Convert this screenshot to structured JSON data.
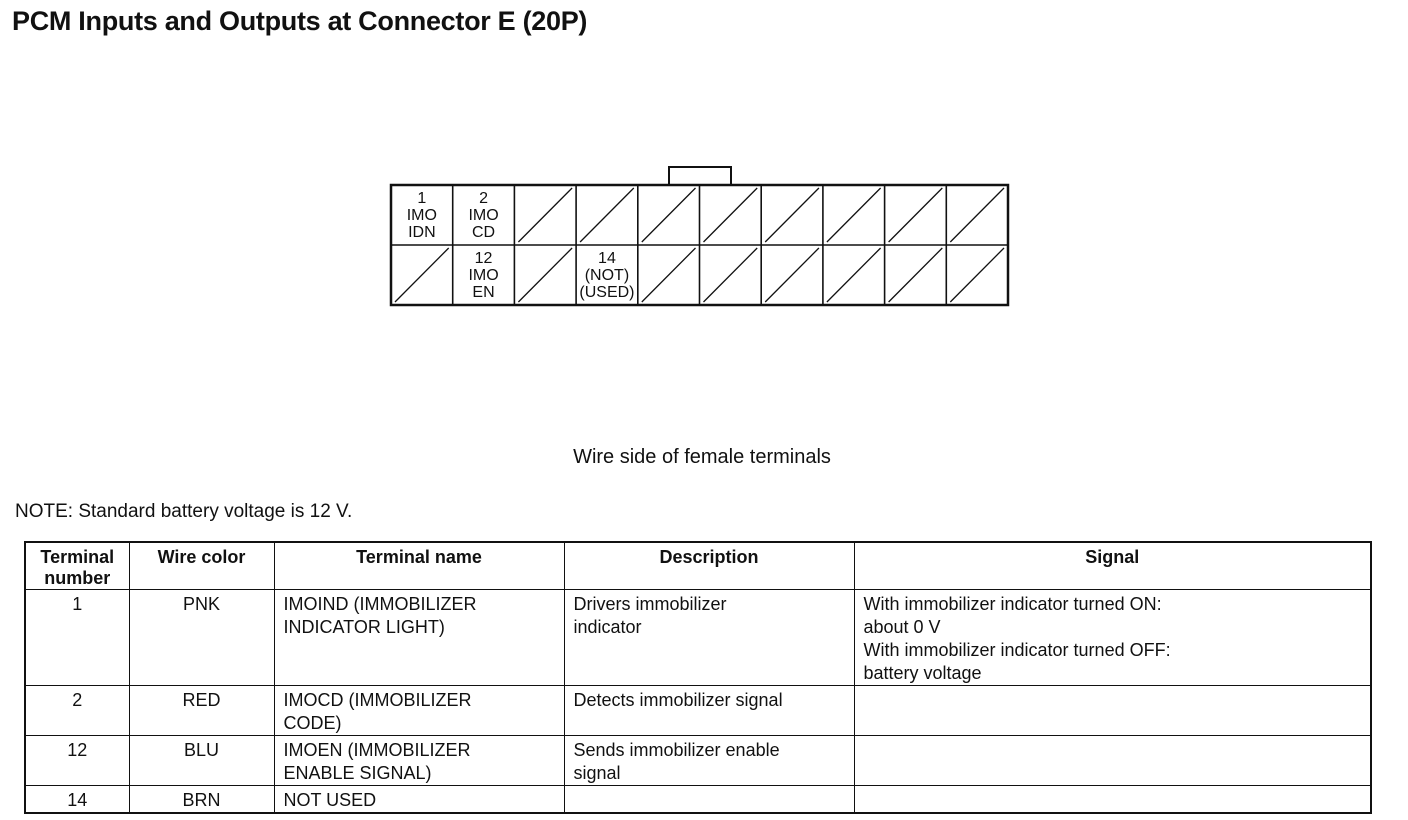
{
  "page": {
    "title": "PCM Inputs and Outputs at Connector E (20P)",
    "caption": "Wire side of female terminals",
    "note": "NOTE: Standard battery voltage is 12 V."
  },
  "connector": {
    "rows": 2,
    "columns": 10,
    "pins": [
      {
        "row": 0,
        "col": 0,
        "lines": [
          "1",
          "IMO",
          "IDN"
        ]
      },
      {
        "row": 0,
        "col": 1,
        "lines": [
          "2",
          "IMO",
          "CD"
        ]
      },
      {
        "row": 1,
        "col": 1,
        "lines": [
          "12",
          "IMO",
          "EN"
        ]
      },
      {
        "row": 1,
        "col": 3,
        "lines": [
          "14",
          "(NOT)",
          "(USED)"
        ]
      }
    ]
  },
  "table": {
    "headers": [
      "Terminal\nnumber",
      "Wire color",
      "Terminal name",
      "Description",
      "Signal"
    ],
    "rows": [
      {
        "terminal": "1",
        "wire": "PNK",
        "name": "IMOIND (IMMOBILIZER\nINDICATOR LIGHT)",
        "description": "Drivers immobilizer\nindicator",
        "signal": "With immobilizer indicator turned ON:\nabout 0 V\nWith immobilizer indicator turned OFF:\nbattery voltage"
      },
      {
        "terminal": "2",
        "wire": "RED",
        "name": "IMOCD (IMMOBILIZER\nCODE)",
        "description": "Detects immobilizer signal",
        "signal": ""
      },
      {
        "terminal": "12",
        "wire": "BLU",
        "name": "IMOEN (IMMOBILIZER\nENABLE SIGNAL)",
        "description": "Sends immobilizer enable\nsignal",
        "signal": ""
      },
      {
        "terminal": "14",
        "wire": "BRN",
        "name": "NOT USED",
        "description": "",
        "signal": ""
      }
    ]
  }
}
